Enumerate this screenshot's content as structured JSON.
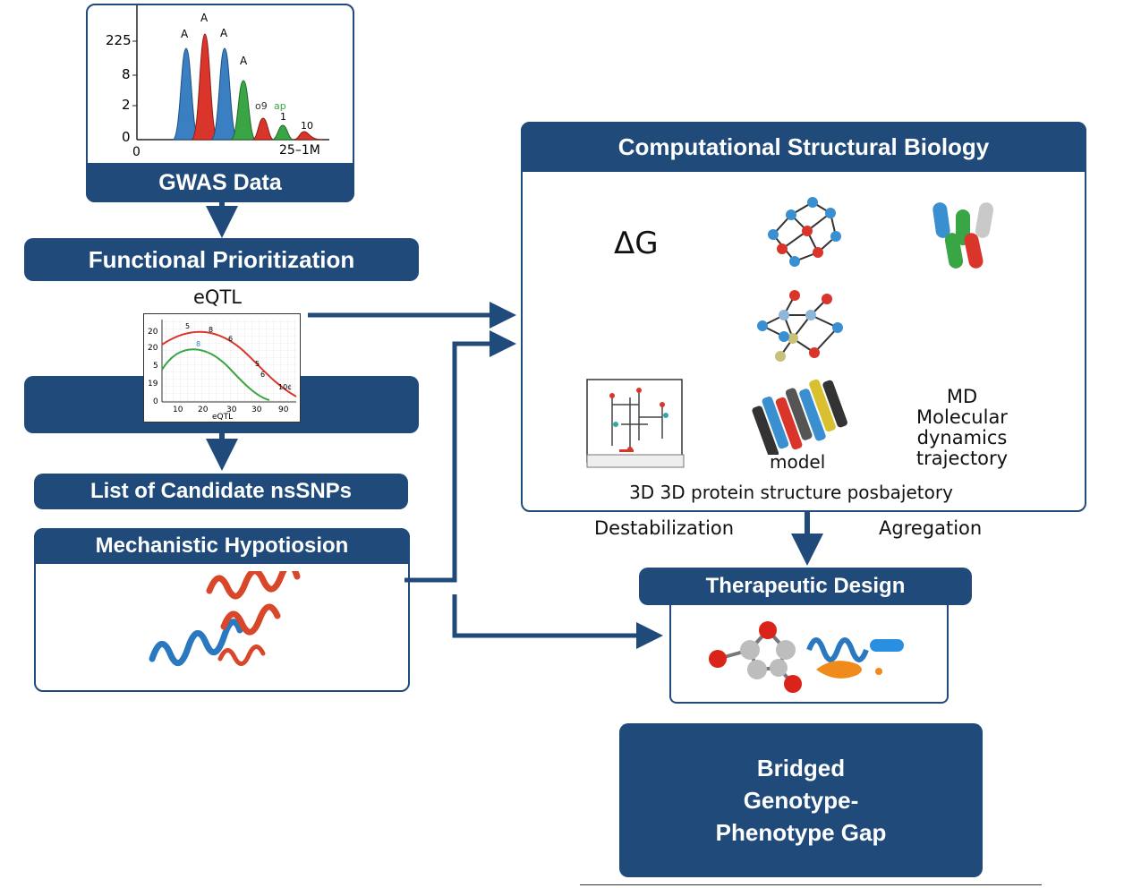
{
  "gwas": {
    "title": "GWAS Data",
    "y_ticks": [
      "225",
      "8",
      "2",
      "0"
    ],
    "x_ticks": [
      "0",
      "25–1M"
    ],
    "peak_labels": [
      "A",
      "A",
      "A",
      "A",
      "o9",
      "ap",
      "1",
      "10"
    ],
    "colors": {
      "blue": "#3a7fc1",
      "red": "#d9352b",
      "green": "#3aa545"
    }
  },
  "functional_prioritization": {
    "title": "Functional Prioritization"
  },
  "eqtl": {
    "label": "eQTL",
    "y_ticks": [
      "20",
      "20",
      "5",
      "19",
      "0"
    ],
    "x_ticks": [
      "10",
      "20",
      "30",
      "30",
      "90"
    ],
    "x_label": "eQTL",
    "point_labels": [
      "5",
      "8",
      "8",
      "6",
      "5",
      "6",
      "10¢"
    ]
  },
  "candidate_list": {
    "title": "List of Candidate nsSNPs"
  },
  "mechanistic": {
    "title": "Mechanistic Hypotiosion"
  },
  "csb": {
    "title": "Computational Structural Biology",
    "delta_g": "ΔG",
    "model_label": "model",
    "md_lines": [
      "MD",
      "Molecular",
      "dynamics",
      "trajectory"
    ],
    "caption": "3D 3D protein structure posbajetory"
  },
  "outcomes": {
    "left": "Destabilization",
    "right": "Agregation"
  },
  "therapeutic": {
    "title": "Therapeutic Design"
  },
  "bridged": {
    "lines": [
      "Bridged",
      "Genotype-",
      "Phenotype Gap"
    ]
  },
  "colors": {
    "navy": "#1f4a7a"
  }
}
